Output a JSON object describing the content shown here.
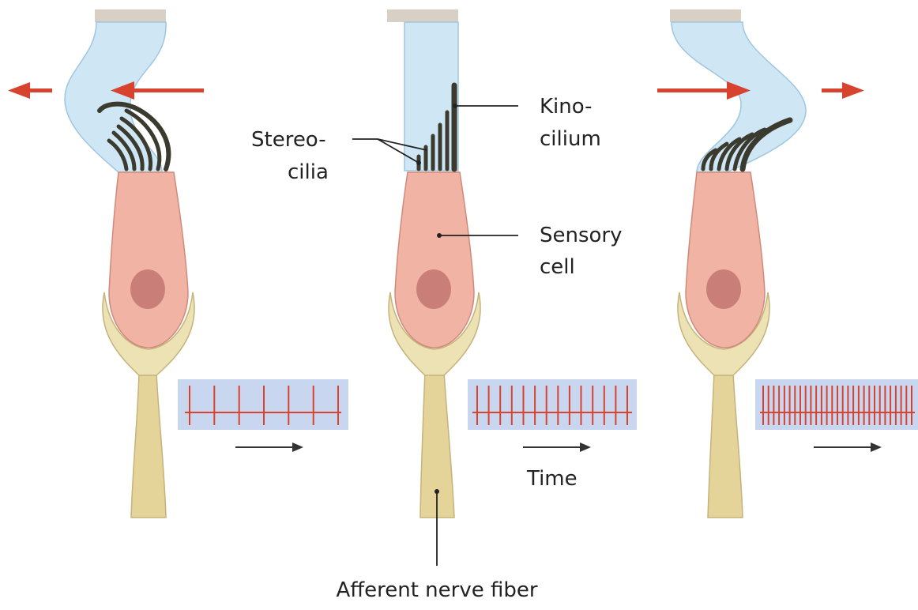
{
  "labels": {
    "stereocilia_line1": "Stereo-",
    "stereocilia_line2": "cilia",
    "kinocilium_line1": "Kino-",
    "kinocilium_line2": "cilium",
    "sensory_line1": "Sensory",
    "sensory_line2": "cell",
    "time": "Time",
    "afferent": "Afferent nerve fiber"
  },
  "cells": [
    {
      "id": "left",
      "state": "bent away from kinocilium",
      "push_arrows": 2,
      "spike_count": 7
    },
    {
      "id": "middle",
      "state": "resting",
      "push_arrows": 0,
      "spike_count": 14
    },
    {
      "id": "right",
      "state": "bent toward kinocilium",
      "push_arrows": 2,
      "spike_count": 29
    }
  ],
  "colors": {
    "cupula": "#cfe6f4",
    "cupula_edge": "#9fc6e0",
    "anchor": "#d8cfc5",
    "cell": "#f1b3a4",
    "cell_edge": "#d08a7c",
    "nucleus": "#c97e78",
    "calyx": "#ede2b4",
    "calyx_edge": "#c4b37a",
    "fiber": "#e4d49a",
    "cilia": "#3b3a2e",
    "arrow": "#d8432f",
    "trace_bg": "#c9d6f0",
    "spike": "#d8432f",
    "axis_arrow": "#333333"
  }
}
